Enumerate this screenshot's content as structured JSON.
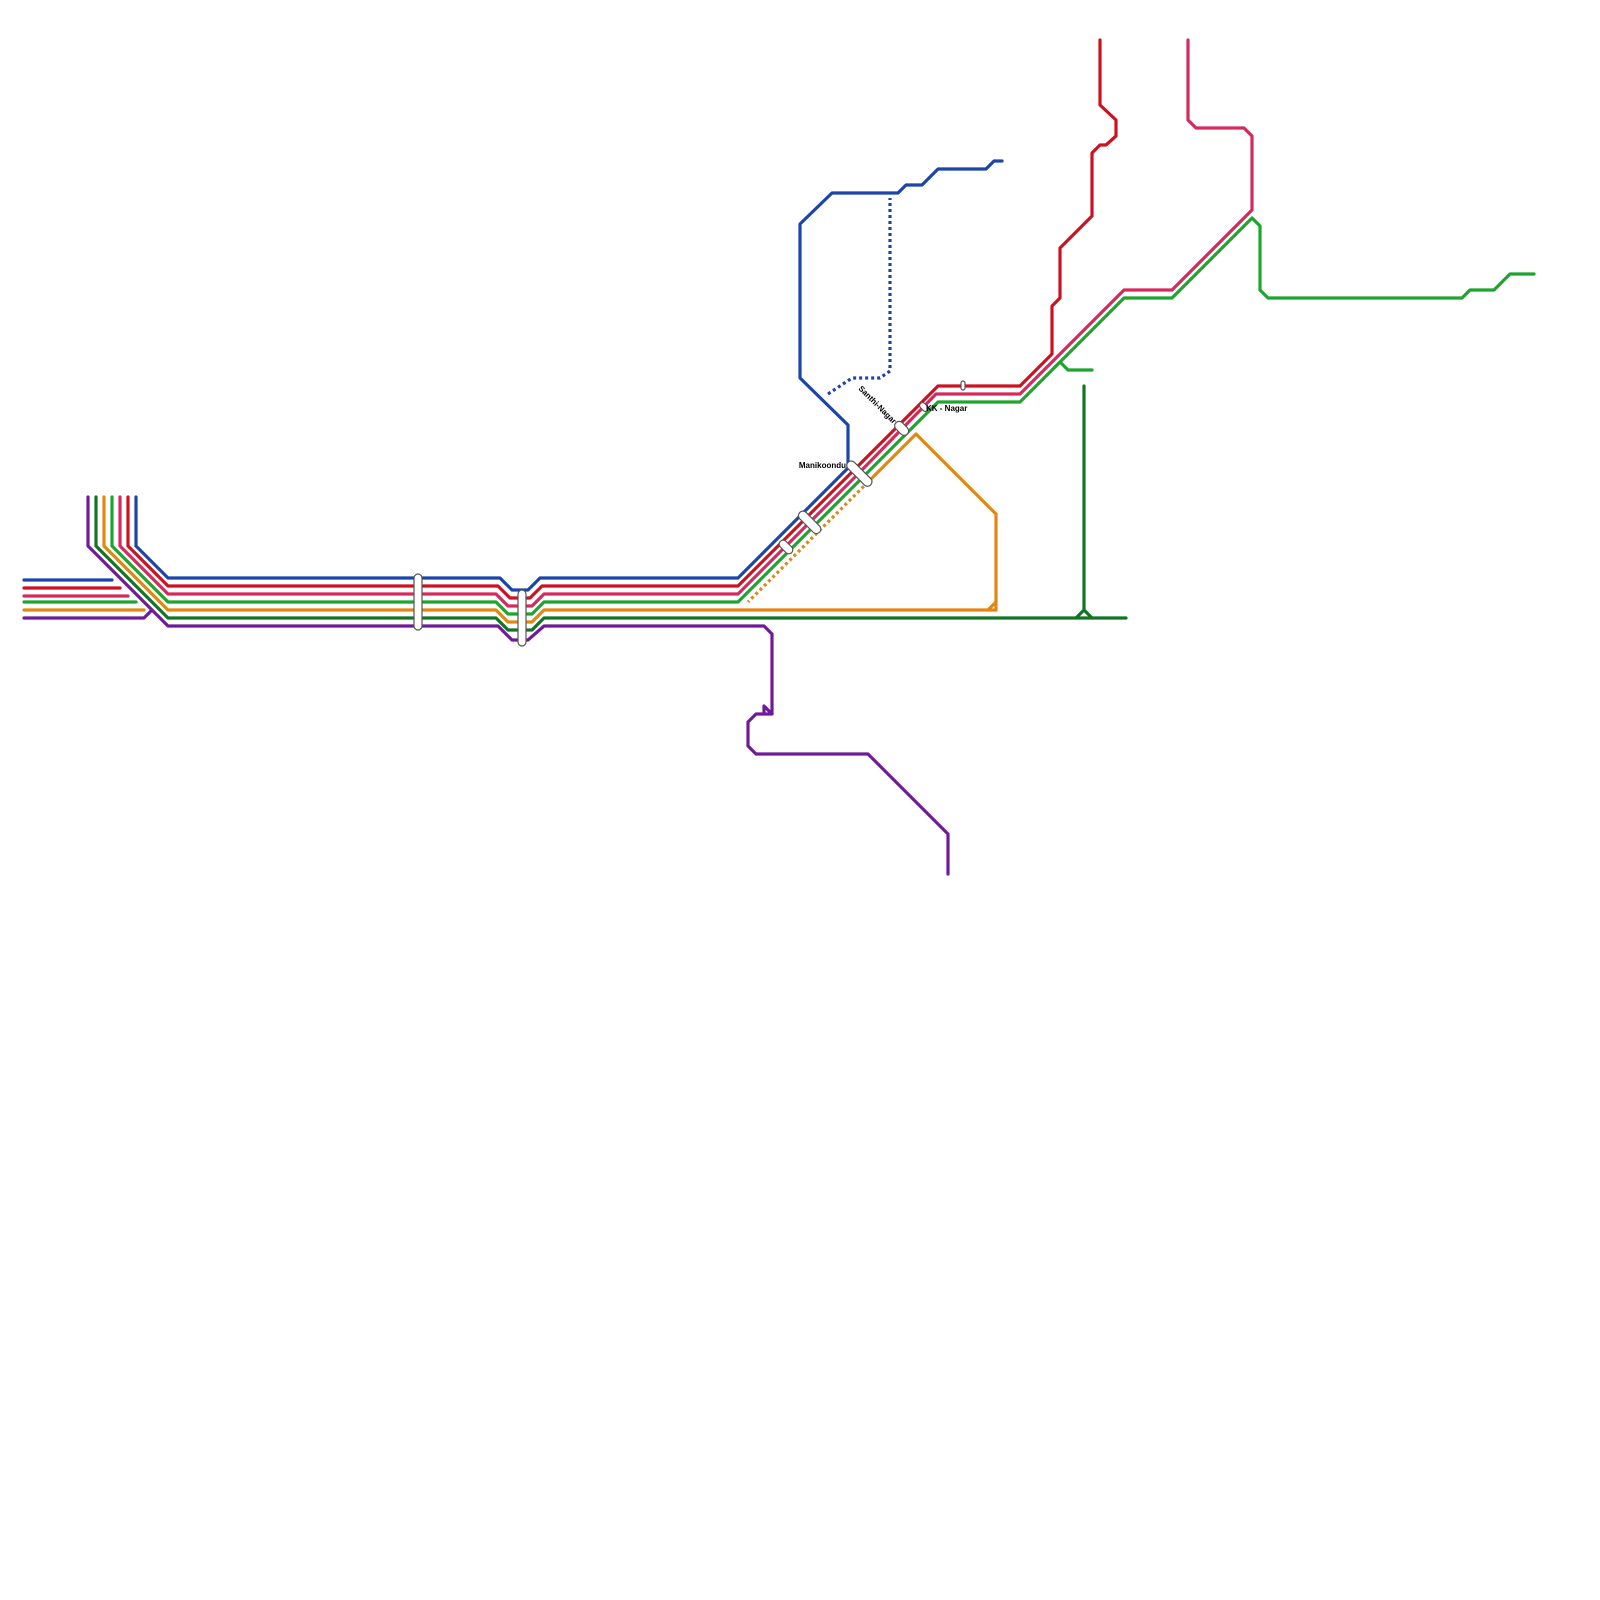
{
  "map": {
    "stations": [
      {
        "id": "manikoondu",
        "name": "Manikoondu"
      },
      {
        "id": "santhi-nagar",
        "name": "Santhi-Nagar"
      },
      {
        "id": "kk-nagar",
        "name": "KK - Nagar"
      }
    ],
    "lines": [
      {
        "id": "blue",
        "color": "#1b46a8"
      },
      {
        "id": "red",
        "color": "#cc1220"
      },
      {
        "id": "pink",
        "color": "#d52a5e"
      },
      {
        "id": "green",
        "color": "#1fa52e"
      },
      {
        "id": "orange",
        "color": "#e38713"
      },
      {
        "id": "purple",
        "color": "#6f1b98"
      },
      {
        "id": "dark-green",
        "color": "#137425"
      }
    ]
  }
}
